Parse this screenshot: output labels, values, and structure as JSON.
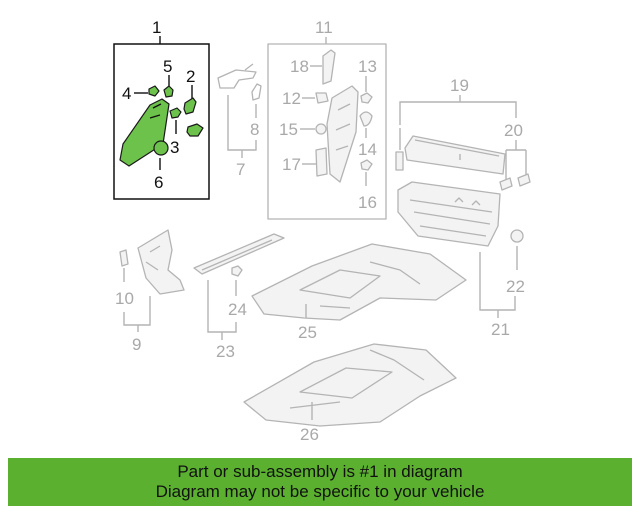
{
  "diagram": {
    "callouts": {
      "c1": "1",
      "c2": "2",
      "c3": "3",
      "c4": "4",
      "c5": "5",
      "c6": "6",
      "c7": "7",
      "c8": "8",
      "c9": "9",
      "c10": "10",
      "c11": "11",
      "c12": "12",
      "c13": "13",
      "c14": "14",
      "c15": "15",
      "c16": "16",
      "c17": "17",
      "c18": "18",
      "c19": "19",
      "c20": "20",
      "c21": "21",
      "c22": "22",
      "c23": "23",
      "c24": "24",
      "c25": "25",
      "c26": "26"
    },
    "highlight_color": "#6cc24a",
    "muted_color": "#b4b4b4"
  },
  "banner": {
    "line1": "Part or sub-assembly is #1 in diagram",
    "line2": "Diagram may not be specific to your vehicle",
    "background": "#5bb12f"
  }
}
